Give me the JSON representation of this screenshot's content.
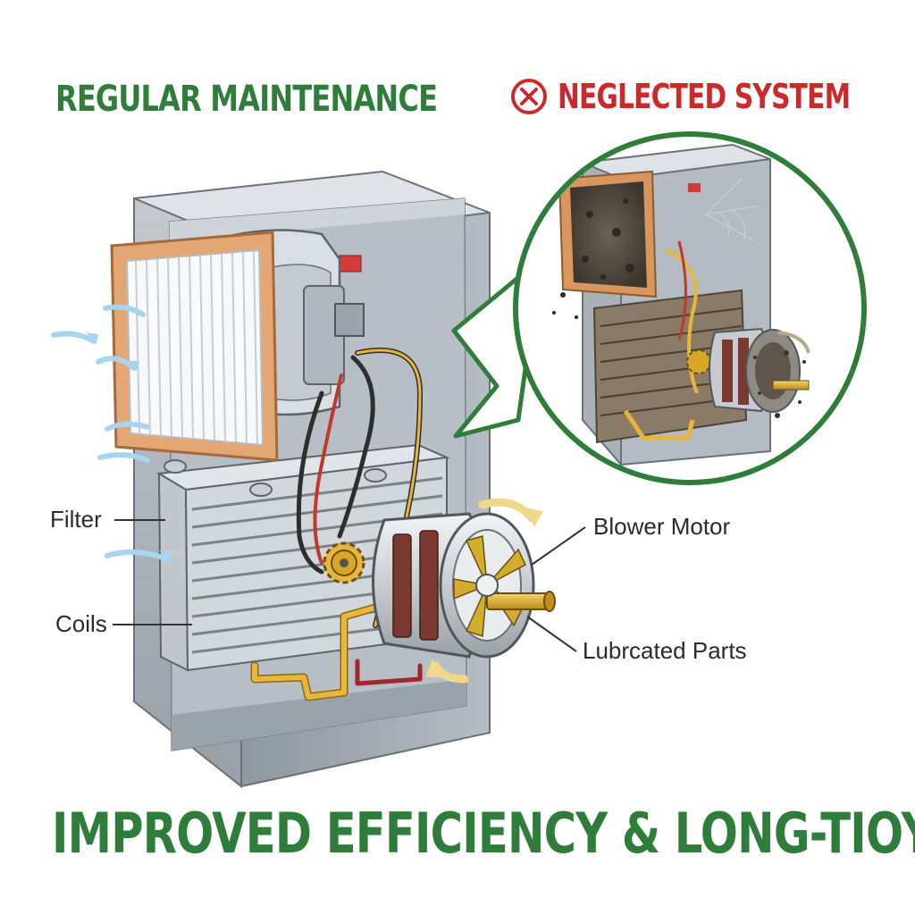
{
  "headings": {
    "left_title": "REGULAR MAINTENANCE",
    "right_title": "NEGLECTED SYSTEM",
    "bottom_title": "IMPROVED EFFICIENCY & LONG-TIOY"
  },
  "callouts": {
    "filter": "Filter",
    "coils": "Coils",
    "blower_motor": "Blower Motor",
    "lubricated_parts": "Lubrcated Parts"
  },
  "icons": {
    "neglected": "prohibited-x-circle-icon",
    "airflow": "airflow-arrow-icon",
    "rotation": "rotation-arrow-icon"
  },
  "colors": {
    "maintenance_green": "#2f7d3a",
    "neglected_red": "#cc2a2a",
    "cabinet_gray": "#a9b0b7",
    "filter_frame": "#e2a06b",
    "copper_pipe": "#e8b73a",
    "wire_red": "#c0392b"
  }
}
